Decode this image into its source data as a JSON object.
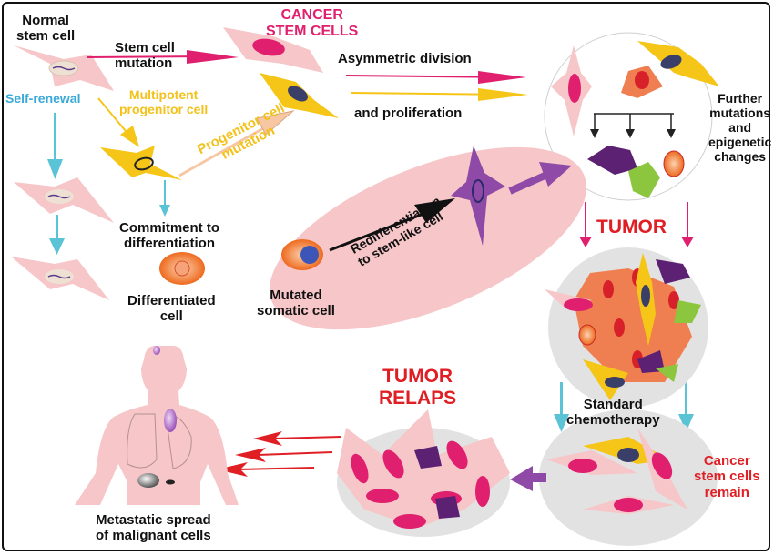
{
  "labels": {
    "normal_stem_cell": "Normal\nstem cell",
    "stem_cell_mutation": "Stem cell\nmutation",
    "cancer_stem_cells": "CANCER\nSTEM CELLS",
    "asymmetric_division": "Asymmetric division",
    "and_proliferation": "and proliferation",
    "self_renewal": "Self-renewal",
    "multipotent_progenitor": "Multipotent\nprogenitor cell",
    "progenitor_mutation": "Progenitor cell\nmutation",
    "further_mutations": "Further\nmutations\nand\nepigenetic\nchanges",
    "commitment": "Commitment to\ndifferentiation",
    "differentiated_cell": "Differentiated\ncell",
    "mutated_somatic": "Mutated\nsomatic cell",
    "redifferentiation": "Redifferentiation\nto stem-like cell",
    "tumor": "TUMOR",
    "standard_chemo": "Standard\nchemotherapy",
    "csc_remain": "Cancer\nstem cells\nremain",
    "tumor_relaps": "TUMOR\nRELAPS",
    "metastatic": "Metastatic spread\nof malignant cells"
  },
  "colors": {
    "cancer_pink": "#e0206e",
    "yellow": "#f5c518",
    "blue_arrow": "#5bc3d6",
    "purple": "#8e4aa6",
    "red": "#e01f25",
    "cell_pink": "#f6c6c8",
    "gray_disc": "#e2e2e2"
  }
}
